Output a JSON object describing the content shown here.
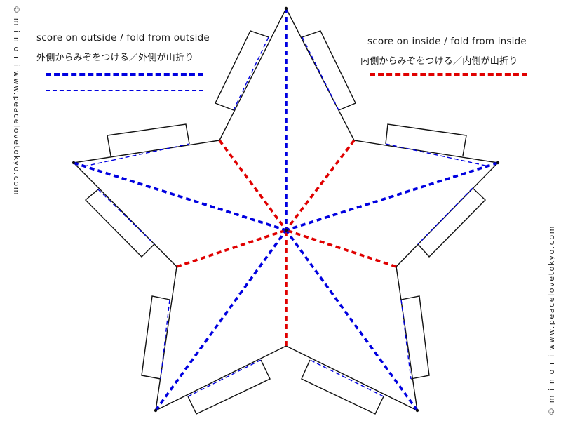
{
  "legend": {
    "outside": {
      "title": "score on outside / fold from outside",
      "subtitle": "外側からみぞをつける／外側が山折り",
      "color": "#0000e0"
    },
    "inside": {
      "title": "score on inside / fold from inside",
      "subtitle": "内側からみぞをつける／内側が山折り",
      "color": "#e00000"
    }
  },
  "credit": {
    "left": "© m i n o r i   www.peacelovetokyo.com",
    "right": "© m i n o r i   www.peacelovetokyo.com"
  },
  "colors": {
    "outline": "#111111",
    "outside_fold": "#0000e0",
    "inside_fold": "#e00000"
  }
}
